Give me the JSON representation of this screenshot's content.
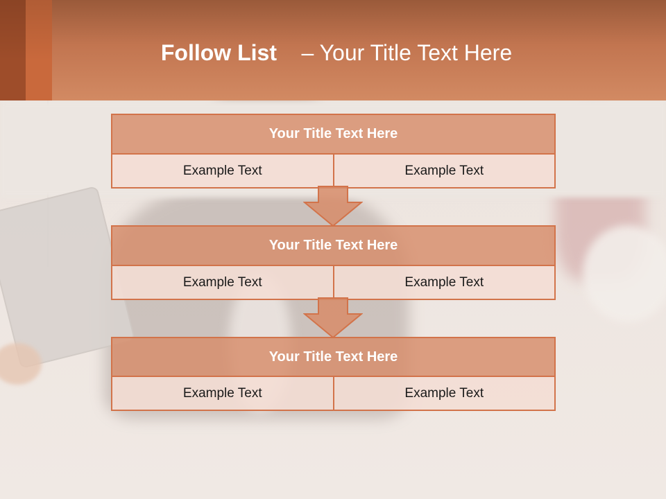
{
  "slide": {
    "title_bold": "Follow List",
    "title_rest": "– Your Title Text Here"
  },
  "colors": {
    "header_dark": "#9a5a3a",
    "header_light": "#d28a63",
    "accent_orange": "#d2734a",
    "block_header_fill": "#d78c6a",
    "cell_fill": "#f4ddd4",
    "title_text": "#ffffff"
  },
  "blocks": [
    {
      "title": "Your Title Text Here",
      "left": "Example Text",
      "right": "Example Text"
    },
    {
      "title": "Your Title Text Here",
      "left": "Example Text",
      "right": "Example Text"
    },
    {
      "title": "Your Title Text Here",
      "left": "Example Text",
      "right": "Example Text"
    }
  ],
  "connectors": [
    {
      "icon": "down-arrow-icon"
    },
    {
      "icon": "down-arrow-icon"
    }
  ]
}
